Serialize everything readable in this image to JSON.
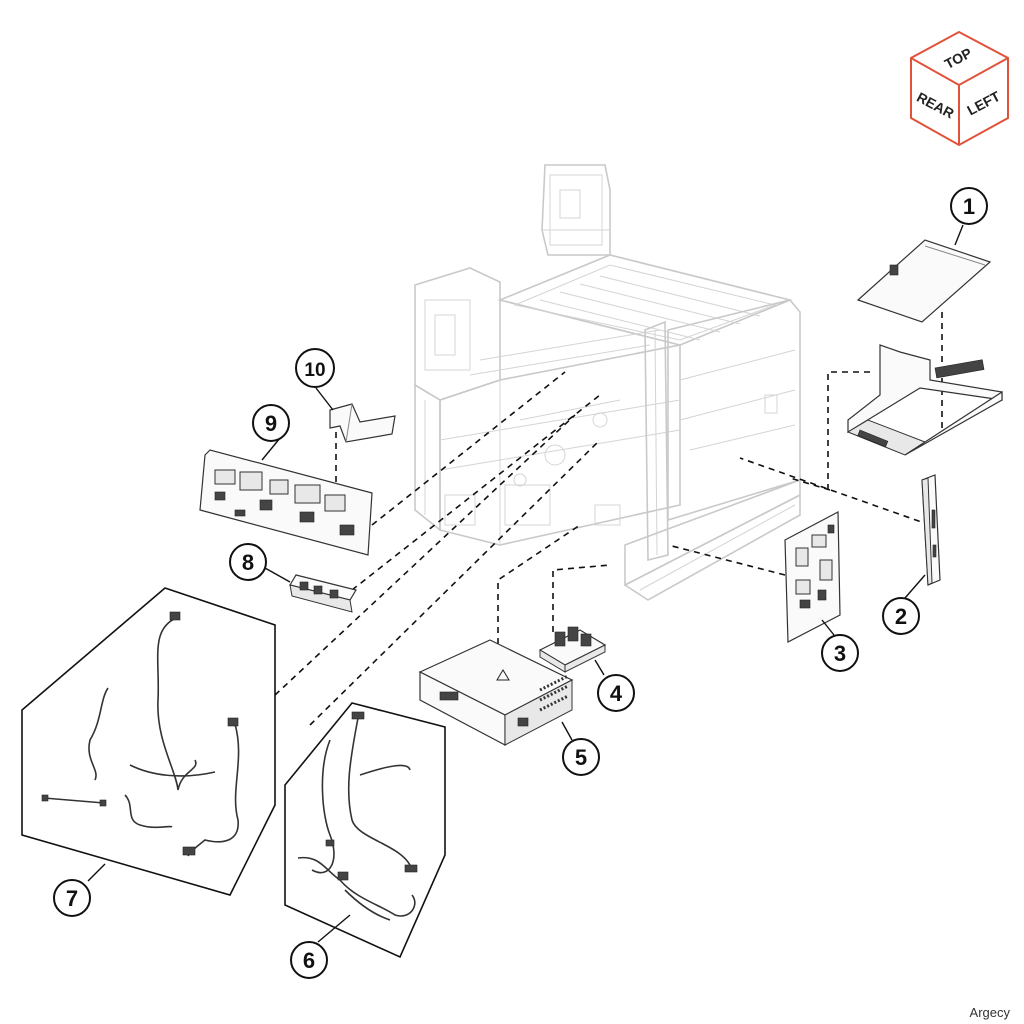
{
  "orientation_cube": {
    "top_label": "TOP",
    "rear_label": "REAR",
    "left_label": "LEFT",
    "outline_color": "#e0533a"
  },
  "callouts": [
    {
      "label": "1"
    },
    {
      "label": "2"
    },
    {
      "label": "3"
    },
    {
      "label": "4"
    },
    {
      "label": "5"
    },
    {
      "label": "6"
    },
    {
      "label": "7"
    },
    {
      "label": "8"
    },
    {
      "label": "9"
    },
    {
      "label": "10"
    }
  ],
  "watermark": "Argecy"
}
